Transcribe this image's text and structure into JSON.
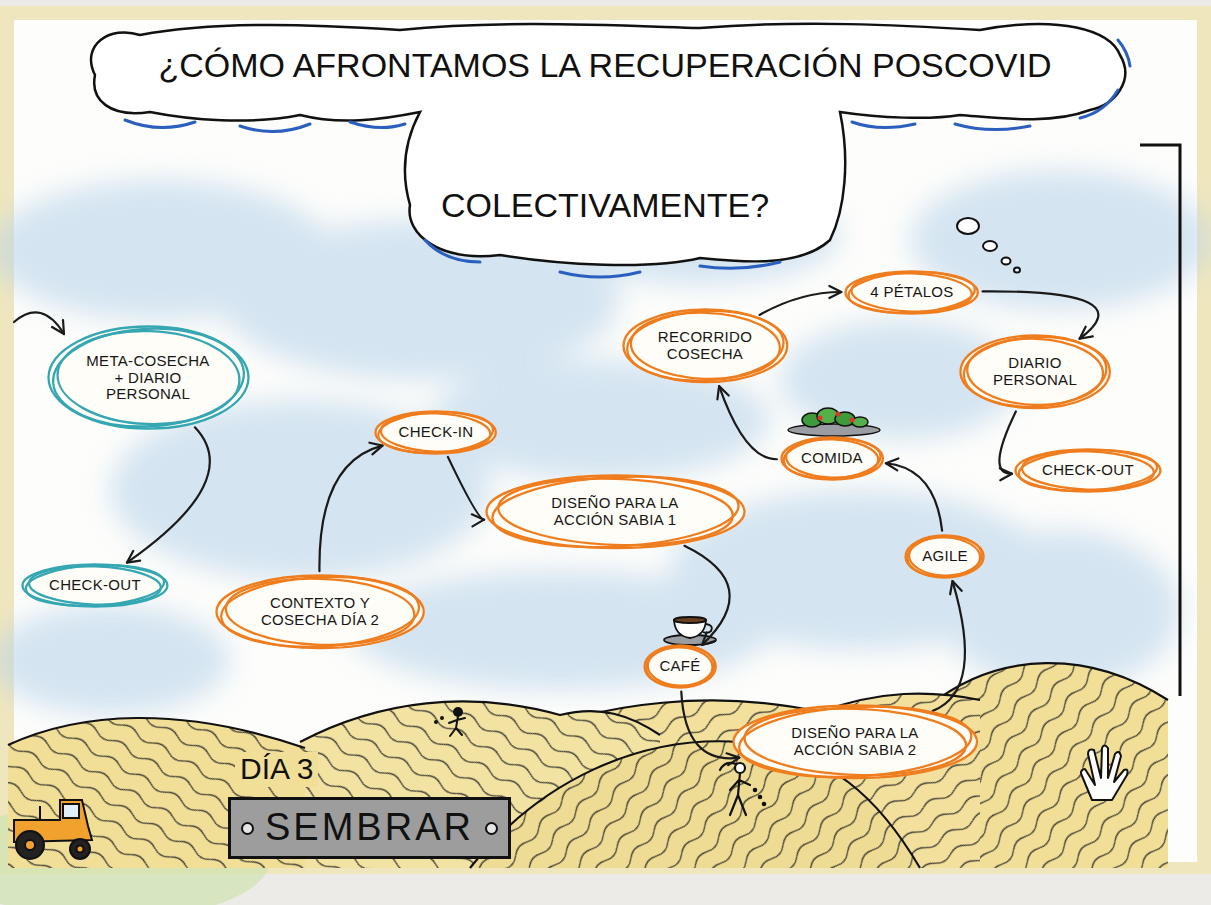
{
  "diagram": {
    "title": "¿CÓMO AFRONTAMOS LA RECUPERACIÓN POSCOVID COLECTIVAMENTE?",
    "nodes": [
      {
        "text": [
          "META-COSECHA + DIARIO PERSONAL"
        ]
      },
      {
        "text": [
          "CHECK-OUT"
        ]
      },
      {
        "text": [
          "CONTEXTO Y COSECHA DÍA 2"
        ]
      },
      {
        "text": [
          "CHECK-IN"
        ]
      },
      {
        "text": [
          "DISEÑO PARA LA ACCIÓN SABIA 1"
        ]
      },
      {
        "text": [
          "CAFÉ"
        ]
      },
      {
        "text": [
          "DISEÑO PARA LA ACCIÓN SABIA 2"
        ]
      },
      {
        "text": [
          "AGILE"
        ]
      },
      {
        "text": [
          "COMIDA"
        ]
      },
      {
        "text": [
          "RECORRIDO COSECHA"
        ]
      },
      {
        "text": [
          "4 PÉTALOS"
        ]
      },
      {
        "text": [
          "DIARIO PERSONAL"
        ]
      },
      {
        "text": [
          "CHECK-OUT"
        ]
      },
      {
        "text": [
          "DÍA 3",
          "SEMBRAR"
        ]
      }
    ],
    "edges": [
      {
        "from": 0,
        "to": 1,
        "arrow": "to"
      },
      {
        "from": 2,
        "to": 3,
        "arrow": "to"
      },
      {
        "from": 3,
        "to": 4,
        "arrow": "to"
      },
      {
        "from": 4,
        "to": 5,
        "arrow": "to"
      },
      {
        "from": 5,
        "to": 6,
        "arrow": "to"
      },
      {
        "from": 6,
        "to": 7,
        "arrow": "to"
      },
      {
        "from": 7,
        "to": 8,
        "arrow": "to"
      },
      {
        "from": 8,
        "to": 9,
        "arrow": "to"
      },
      {
        "from": 9,
        "to": 10,
        "arrow": "to"
      },
      {
        "from": 10,
        "to": 11,
        "arrow": "to"
      },
      {
        "from": 11,
        "to": 12,
        "arrow": "to"
      }
    ]
  }
}
